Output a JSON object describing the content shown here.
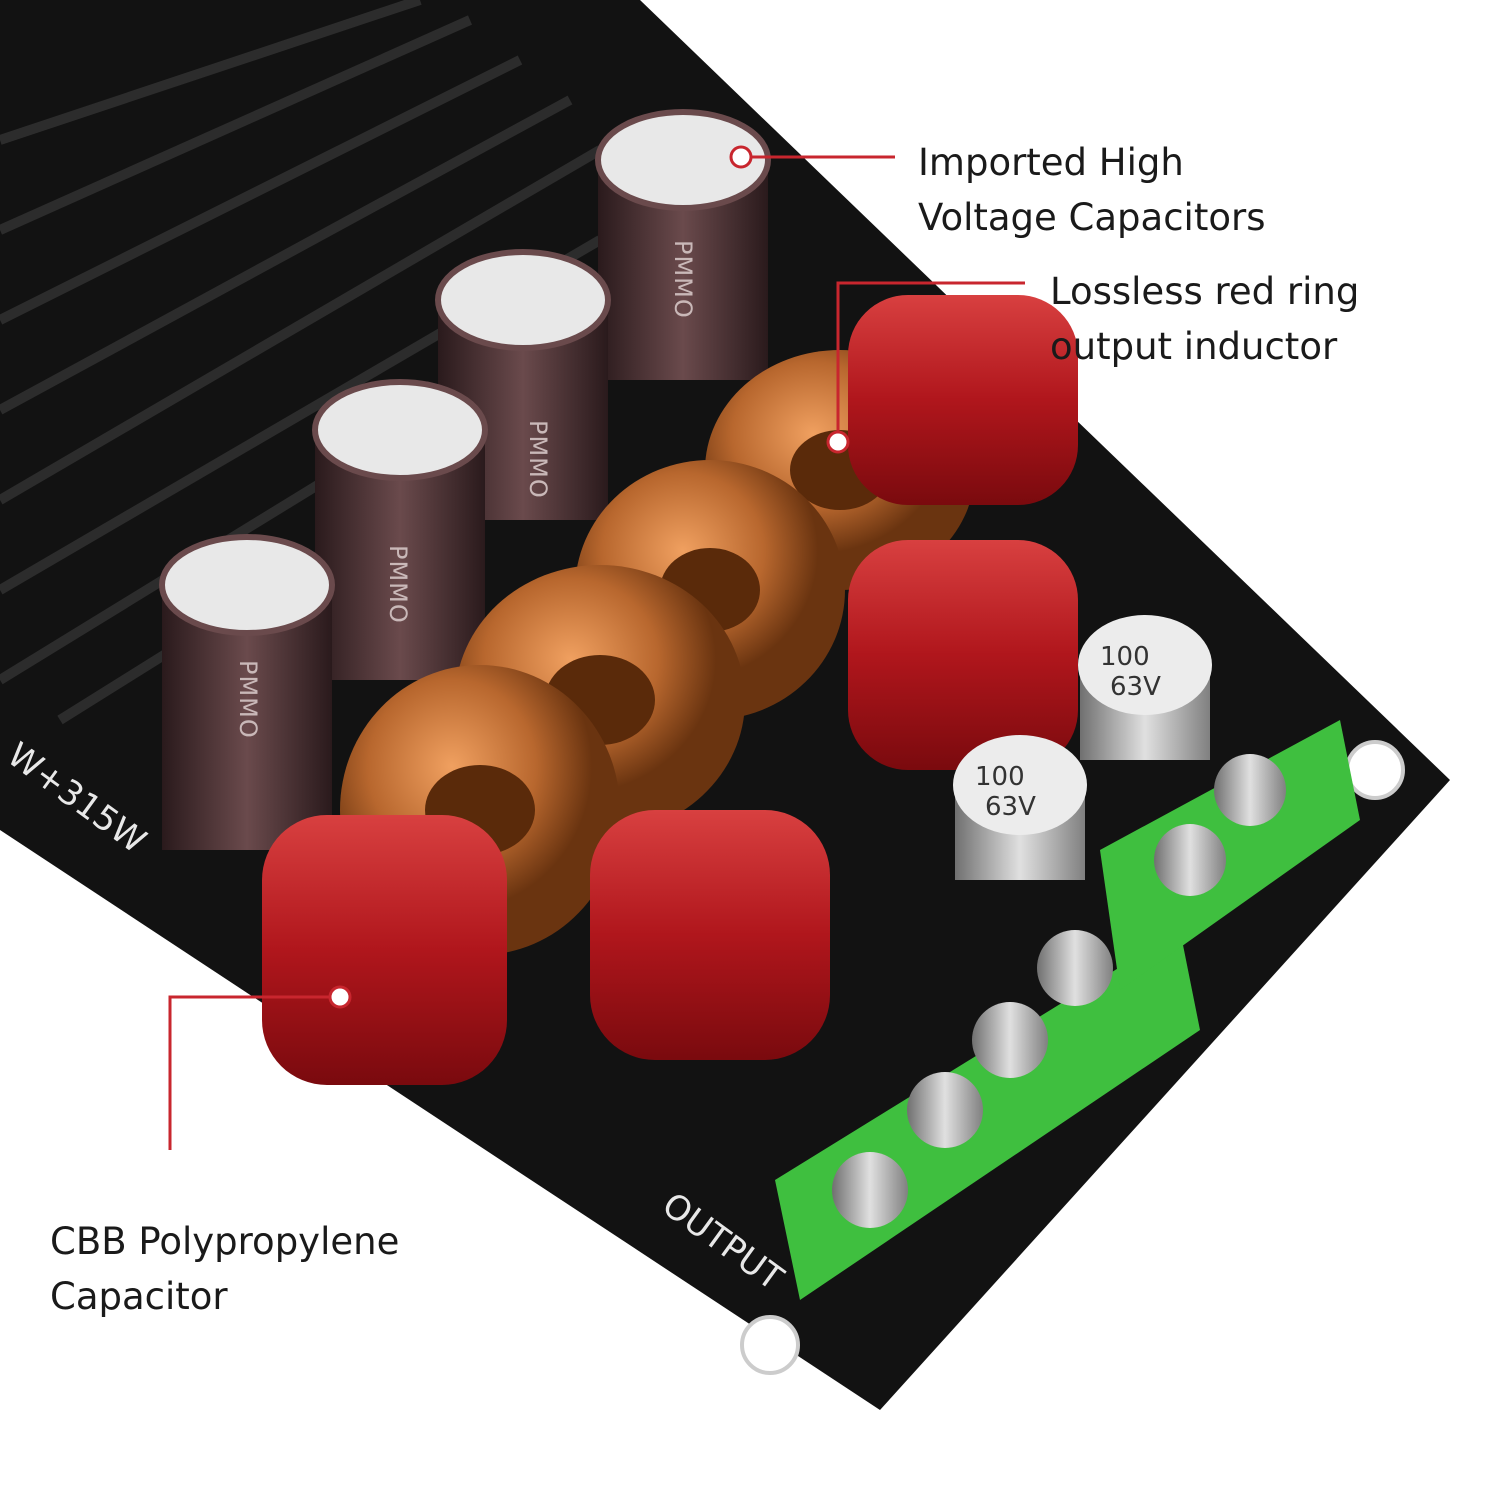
{
  "annotations": [
    {
      "line1": "Imported High",
      "line2": "Voltage Capacitors"
    },
    {
      "line1": "Lossless red ring",
      "line2": "output inductor"
    },
    {
      "line1": "CBB Polypropylene",
      "line2": "Capacitor"
    }
  ],
  "board_markings": {
    "power": "W+315W",
    "output": "OUTPUT",
    "capacitor_brand": "PMMO",
    "smd_cap_value": "100",
    "smd_cap_voltage": "63V"
  },
  "colors": {
    "callout_line": "#c8262e",
    "pcb": "#121212",
    "inductor_copper": "#b8672e",
    "cbb_capacitor": "#b0161c",
    "terminal_block": "#3fbf3f"
  }
}
